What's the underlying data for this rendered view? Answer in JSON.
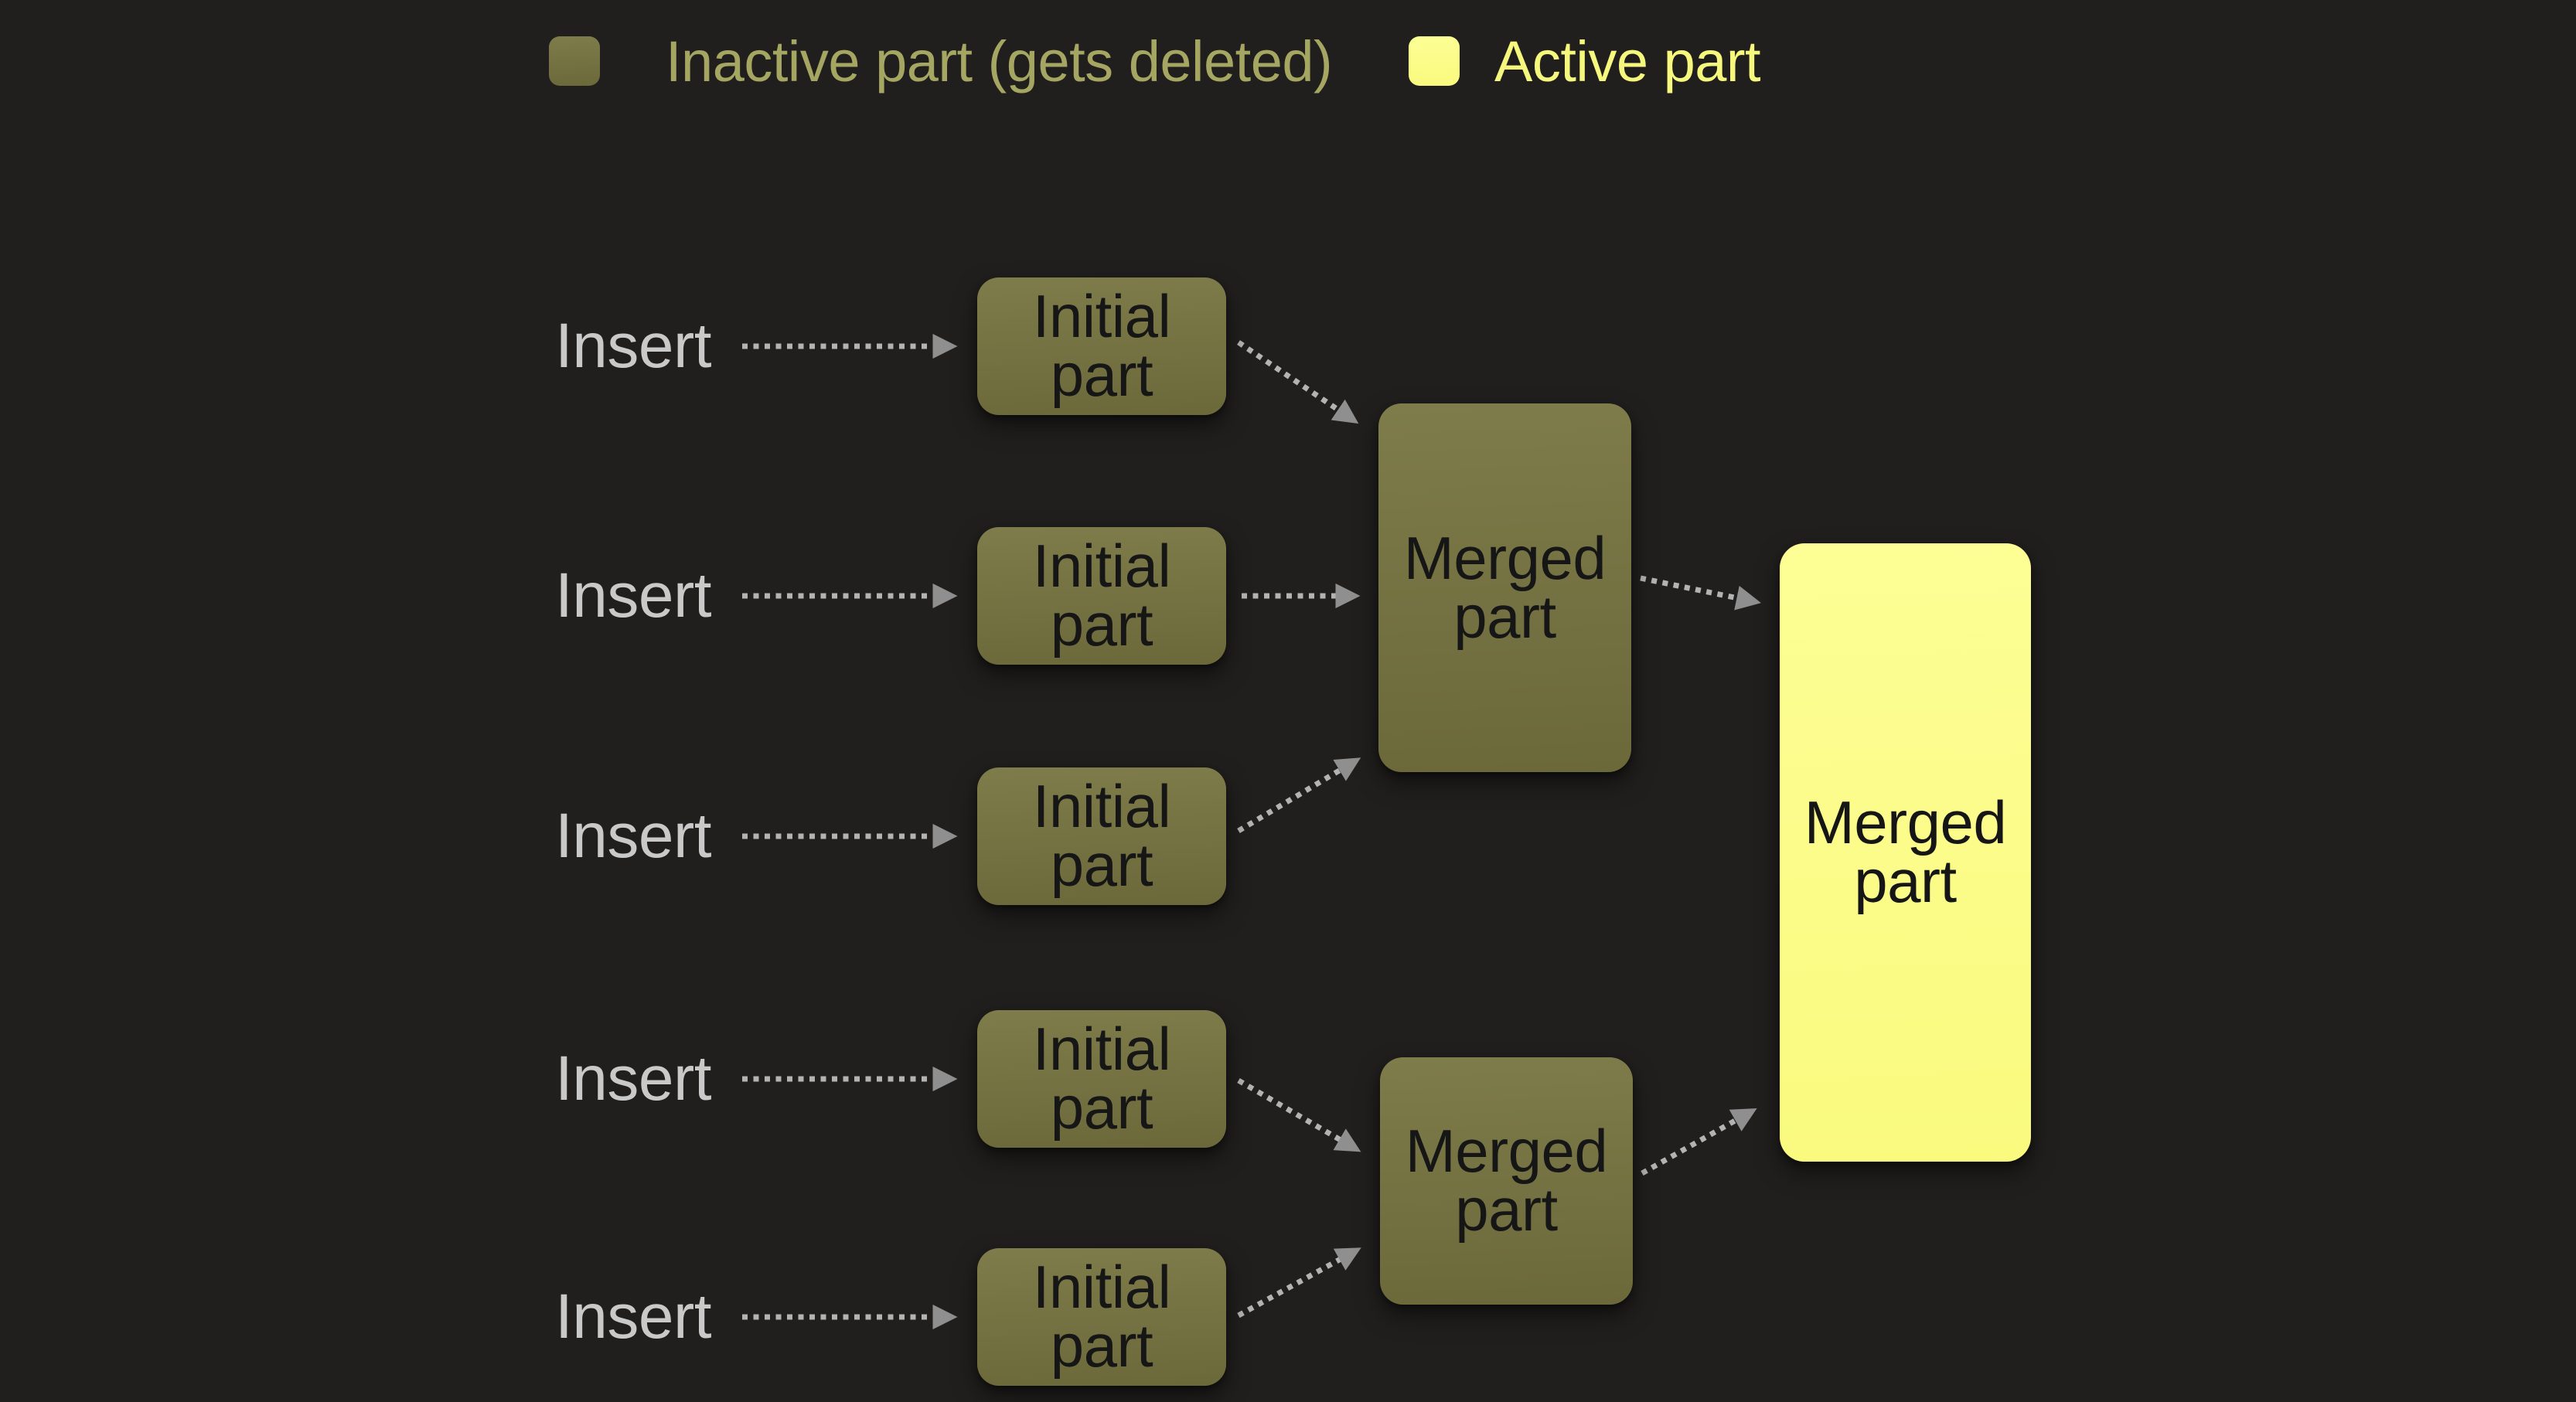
{
  "legend": {
    "items": [
      {
        "id": "inactive",
        "label": "Inactive part (gets deleted)"
      },
      {
        "id": "active",
        "label": "Active part"
      }
    ]
  },
  "diagram": {
    "rows": [
      {
        "insert_label": "Insert",
        "box_label": "Initial part"
      },
      {
        "insert_label": "Insert",
        "box_label": "Initial part"
      },
      {
        "insert_label": "Insert",
        "box_label": "Initial part"
      },
      {
        "insert_label": "Insert",
        "box_label": "Initial part"
      },
      {
        "insert_label": "Insert",
        "box_label": "Initial part"
      }
    ],
    "merged_boxes": [
      {
        "label": "Merged part",
        "state": "inactive"
      },
      {
        "label": "Merged part",
        "state": "inactive"
      }
    ],
    "final_box": {
      "label": "Merged part",
      "state": "active"
    }
  },
  "colors": {
    "background": "#211f1e",
    "inactive_fill_light": "#7f7c4b",
    "inactive_fill_dark": "#6b683a",
    "active_fill_light": "#fdfe95",
    "active_fill_dark": "#f9fa7e",
    "legend_inactive_text": "#a5a662",
    "legend_active_text": "#f5f87d",
    "insert_text": "#c9c9c9",
    "box_text": "#161616",
    "arrow_dots": "#b3b3b3",
    "arrow_head": "#8f8f8f"
  }
}
